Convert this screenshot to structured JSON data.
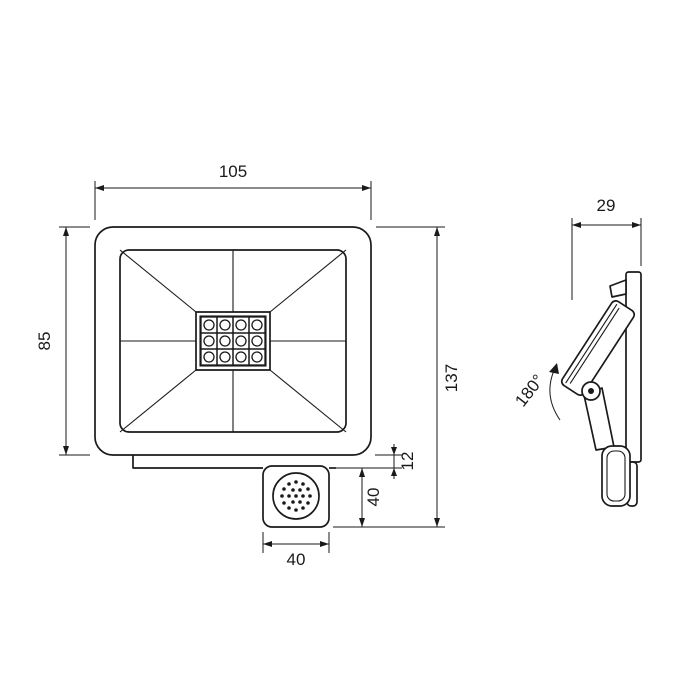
{
  "front": {
    "dim_width": "105",
    "dim_body_height": "85",
    "dim_total_height": "137",
    "dim_mount_gap": "12",
    "dim_sensor_height": "40",
    "dim_sensor_width": "40"
  },
  "side": {
    "dim_depth": "29",
    "dim_rotation": "180°"
  },
  "colors": {
    "line": "#1a1a1a",
    "background": "#ffffff"
  }
}
